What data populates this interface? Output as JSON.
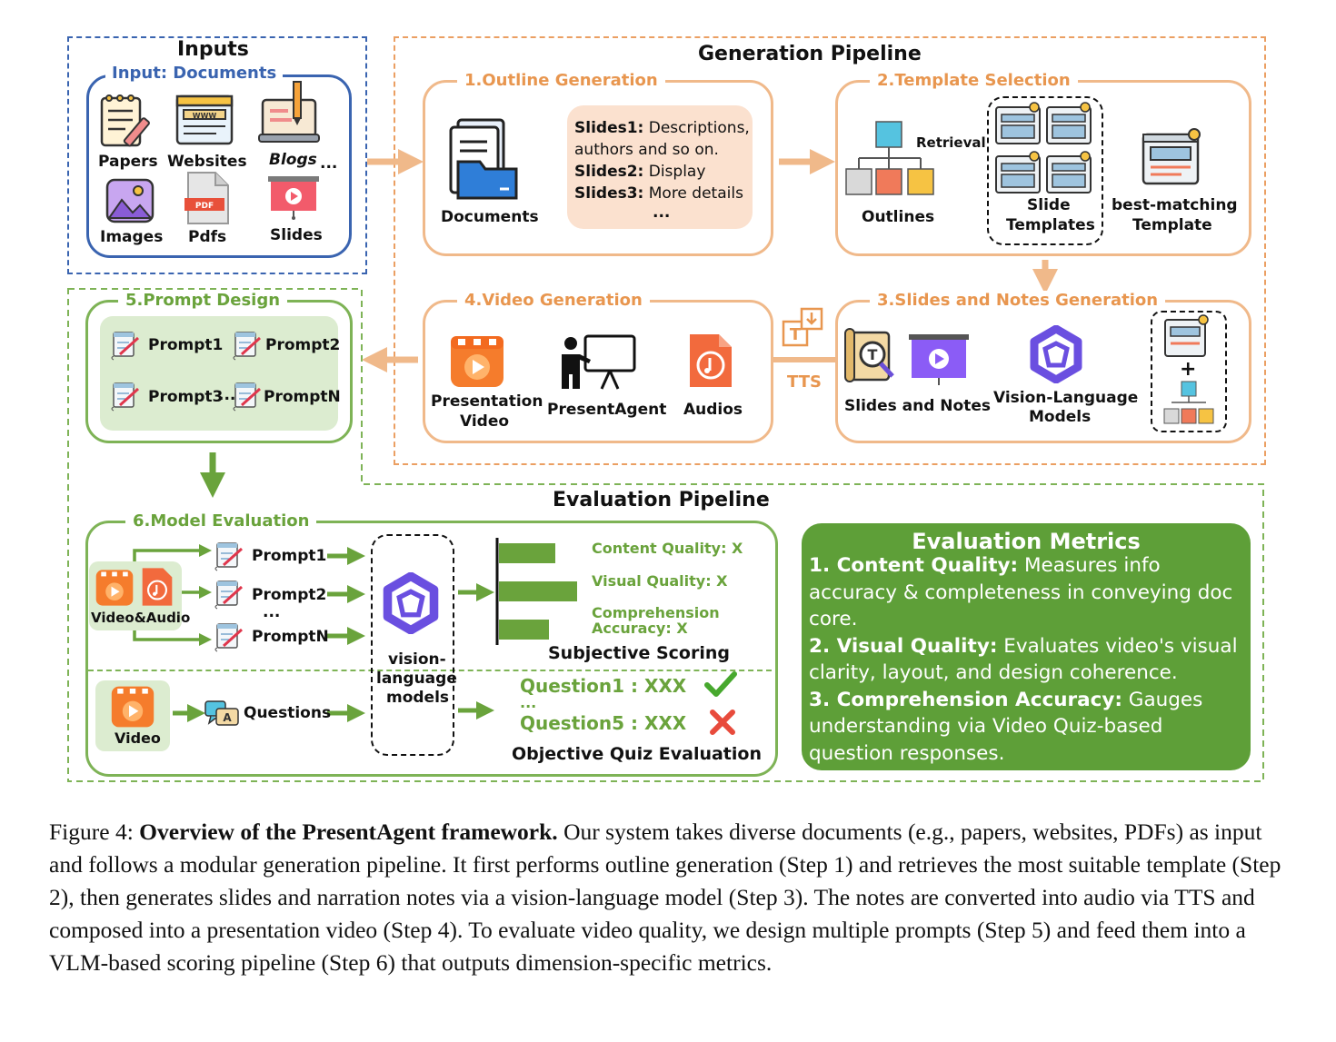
{
  "inputs": {
    "title": "Inputs",
    "subtitle": "Input: Documents",
    "items": [
      "Papers",
      "Websites",
      "Blogs",
      "Images",
      "Pdfs",
      "Slides"
    ],
    "ellipsis": "...",
    "pdf_badge": "PDF",
    "www_badge": "WWW"
  },
  "generation": {
    "title": "Generation Pipeline",
    "step1": {
      "label": "1.Outline Generation",
      "documents": "Documents",
      "slides": [
        {
          "head": "Slides1:",
          "text": " Descriptions,"
        },
        {
          "head": "",
          "text": "authors and so on."
        },
        {
          "head": "Slides2:",
          "text": " Display"
        },
        {
          "head": "Slides3:",
          "text": " More details"
        }
      ],
      "dots": "..."
    },
    "step2": {
      "label": "2.Template Selection",
      "outlines": "Outlines",
      "retrieval": "Retrieval",
      "slide_templates_1": "Slide",
      "slide_templates_2": "Templates",
      "best_1": "best-matching",
      "best_2": "Template"
    },
    "step3": {
      "label": "3.Slides and Notes Generation",
      "slides_notes": "Slides and Notes",
      "vlm_1": "Vision-Language",
      "vlm_2": "Models",
      "plus": "+"
    },
    "step4": {
      "label": "4.Video Generation",
      "pres_1": "Presentation",
      "pres_2": "Video",
      "agent": "PresentAgent",
      "audios": "Audios",
      "tts": "TTS"
    }
  },
  "evaluation": {
    "title": "Evaluation Pipeline",
    "step5": {
      "label": "5.Prompt Design",
      "prompts": [
        "Prompt1",
        "Prompt2",
        "Prompt3",
        "PromptN"
      ],
      "dots": "..."
    },
    "step6": {
      "label": "6.Model Evaluation",
      "video_audio": "Video&Audio",
      "prompts": [
        "Prompt1",
        "Prompt2",
        "PromptN"
      ],
      "dots": "...",
      "vlm": [
        "vision-",
        "language",
        "models"
      ],
      "video": "Video",
      "questions": "Questions",
      "bars": [
        {
          "label": "Content Quality: X",
          "value": 0.62
        },
        {
          "label": "Visual Quality: X",
          "value": 0.86
        },
        {
          "label": "Comprehension",
          "label2": "Accuracy: X",
          "value": 0.55
        }
      ],
      "subjective": "Subjective Scoring",
      "q1": "Question1 : XXX",
      "qdots": "...",
      "q5": "Question5 : XXX",
      "objective": "Objective Quiz Evaluation"
    },
    "metrics": {
      "title": "Evaluation Metrics",
      "items": [
        {
          "head": "1. Content Quality:",
          "text": " Measures info accuracy & completeness in conveying doc core."
        },
        {
          "head": "2. Visual Quality:",
          "text": " Evaluates video's visual clarity, layout, and design coherence."
        },
        {
          "head": "3. Comprehension Accuracy:",
          "text": " Gauges understanding via Video Quiz-based question responses."
        }
      ]
    }
  },
  "caption": {
    "prefix": "Figure 4: ",
    "bold": "Overview of the PresentAgent framework.",
    "text": " Our system takes diverse documents (e.g., papers, websites, PDFs) as input and follows a modular generation pipeline. It first performs outline generation (Step 1) and retrieves the most suitable template (Step 2), then generates slides and narration notes via a vision-language model (Step 3). The notes are converted into audio via TTS and composed into a presentation video (Step 4). To evaluate video quality, we design multiple prompts (Step 5) and feed them into a VLM-based scoring pipeline (Step 6) that outputs dimension-specific metrics."
  },
  "colors": {
    "orange": "#e8964f",
    "green": "#6aa33c",
    "blue": "#3a64b0",
    "metrics_bg": "#5e9f38"
  }
}
